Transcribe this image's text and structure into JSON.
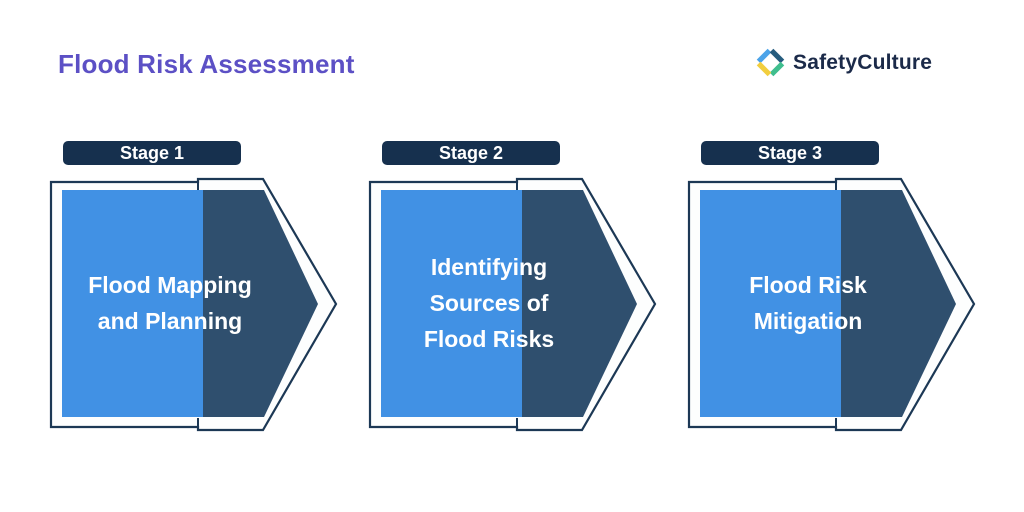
{
  "header": {
    "title": "Flood Risk Assessment",
    "brand_name": "SafetyCulture"
  },
  "stages": [
    {
      "badge": "Stage 1",
      "label_lines": [
        "Flood Mapping",
        "and Planning"
      ]
    },
    {
      "badge": "Stage 2",
      "label_lines": [
        "Identifying",
        "Sources of",
        "Flood Risks"
      ]
    },
    {
      "badge": "Stage 3",
      "label_lines": [
        "Flood Risk",
        "Mitigation"
      ]
    }
  ],
  "colors": {
    "title_purple": "#5C50C5",
    "badge_navy": "#16304E",
    "outline_navy": "#1C3855",
    "arrow_blue": "#4191E4",
    "arrow_dark_slate": "#2F4F6E",
    "label_white": "#FFFFFF",
    "brand_text_navy": "#1B2A49",
    "logo_blue": "#4BA3E9",
    "logo_navy": "#265C7E",
    "logo_green": "#3FBE8E",
    "logo_yellow": "#F2CE3E"
  }
}
